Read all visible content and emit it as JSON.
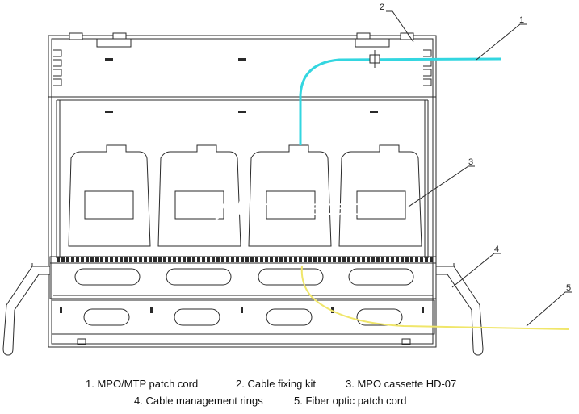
{
  "watermark": "szyht.en.alibaba.com",
  "callouts": [
    "1",
    "2",
    "3",
    "4",
    "5"
  ],
  "legend": {
    "line1": [
      "1.  MPO/MTP patch cord",
      "2. Cable fixing kit",
      "3. MPO cassette HD-07"
    ],
    "line2": [
      "4. Cable management rings",
      "5. Fiber optic patch cord"
    ]
  },
  "colors": {
    "line": "#2a2a2a",
    "mpo_cord": "#33d6e0",
    "patch_cord": "#f0e66a"
  }
}
